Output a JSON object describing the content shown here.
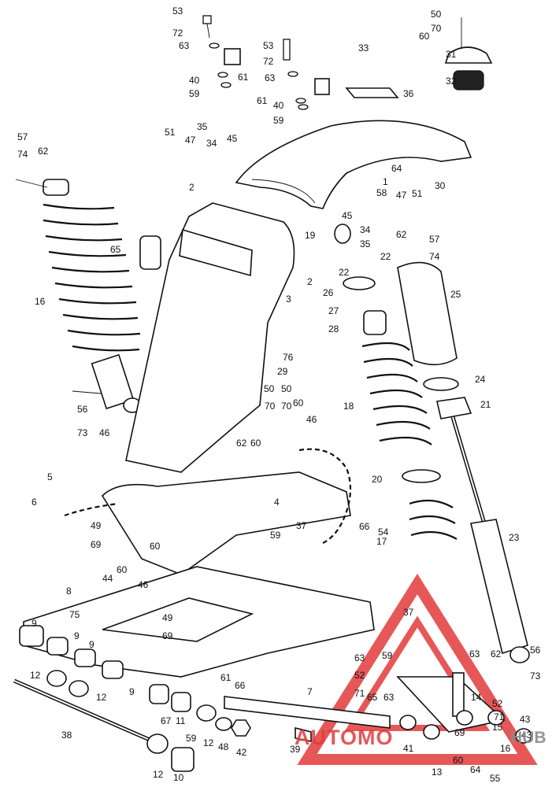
{
  "diagram": {
    "labels": [
      "53",
      "72",
      "63",
      "33",
      "40",
      "61",
      "59",
      "53",
      "72",
      "63",
      "40",
      "61",
      "59",
      "50",
      "70",
      "60",
      "31",
      "32",
      "36",
      "35",
      "34",
      "45",
      "51",
      "47",
      "57",
      "74",
      "62",
      "2",
      "65",
      "16",
      "64",
      "1",
      "58",
      "47",
      "51",
      "30",
      "45",
      "34",
      "35",
      "19",
      "62",
      "57",
      "22",
      "74",
      "2",
      "22",
      "26",
      "25",
      "3",
      "76",
      "27",
      "28",
      "29",
      "50",
      "50",
      "56",
      "70",
      "70",
      "60",
      "46",
      "73",
      "62",
      "46",
      "60",
      "24",
      "21",
      "18",
      "5",
      "6",
      "4",
      "49",
      "20",
      "66",
      "54",
      "23",
      "69",
      "17",
      "44",
      "60",
      "46",
      "59",
      "37",
      "60",
      "8",
      "75",
      "49",
      "69",
      "9",
      "37",
      "9",
      "9",
      "59",
      "63",
      "62",
      "56",
      "63",
      "52",
      "71",
      "65",
      "63",
      "12",
      "12",
      "61",
      "66",
      "7",
      "73",
      "14",
      "52",
      "71",
      "9",
      "15",
      "43",
      "16",
      "43",
      "67",
      "11",
      "59",
      "12",
      "48",
      "42",
      "39",
      "41",
      "38",
      "13",
      "69",
      "60",
      "64",
      "55",
      "12",
      "10"
    ]
  },
  "watermark": {
    "brand_left": "AUTOMO",
    "brand_right": "HUB"
  }
}
